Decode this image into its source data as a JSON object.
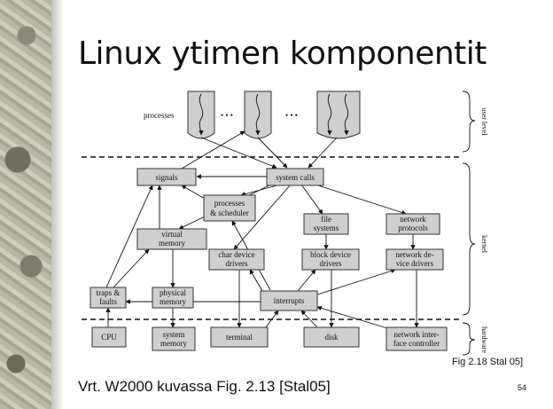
{
  "slide": {
    "title": "Linux ytimen komponentit",
    "footer_left": "Vrt.  W2000 kuvassa Fig. 2.13 [Stal05]",
    "footer_right": "Fig 2.18 Stal 05]",
    "page_number": "54"
  },
  "diagram": {
    "processes_label": "processes",
    "ellipsis": "• • •",
    "layers": [
      "user level",
      "kernel",
      "hardware"
    ],
    "nodes": {
      "signals": [
        "signals"
      ],
      "system_calls": [
        "system calls"
      ],
      "scheduler": [
        "processes",
        "& scheduler"
      ],
      "file_systems": [
        "file",
        "systems"
      ],
      "network_protocols": [
        "network",
        "protocols"
      ],
      "virtual_memory": [
        "virtual",
        "memory"
      ],
      "char_drivers": [
        "char device",
        "drivers"
      ],
      "block_drivers": [
        "block device",
        "drivers"
      ],
      "net_drivers": [
        "network de-",
        "vice drivers"
      ],
      "traps": [
        "traps &",
        "faults"
      ],
      "physical_memory": [
        "physical",
        "memory"
      ],
      "interrupts": [
        "interrupts"
      ],
      "cpu": [
        "CPU"
      ],
      "system_memory": [
        "system",
        "memory"
      ],
      "terminal": [
        "terminal"
      ],
      "disk": [
        "disk"
      ],
      "nic": [
        "network inter-",
        "face controller"
      ]
    }
  }
}
